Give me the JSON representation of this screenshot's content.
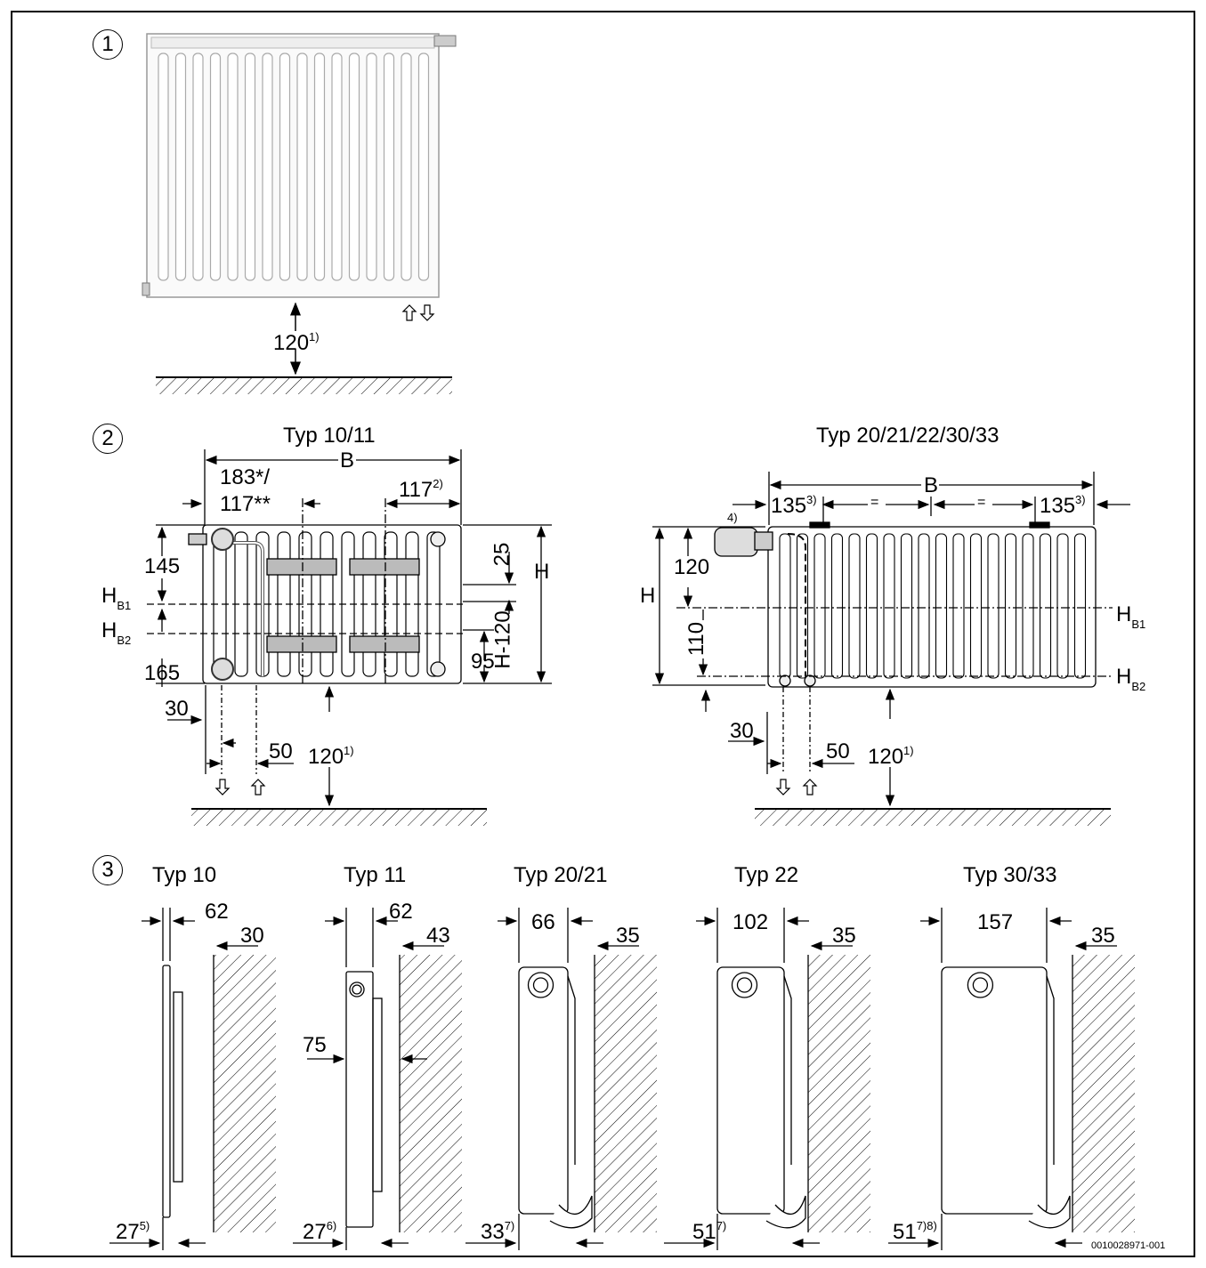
{
  "sections": {
    "s1": {
      "marker": "1"
    },
    "s2": {
      "marker": "2"
    },
    "s3": {
      "marker": "3"
    }
  },
  "section1": {
    "floor_distance": "120",
    "floor_distance_note": "1)"
  },
  "section2": {
    "left": {
      "title": "Typ 10/11",
      "width_label": "B",
      "dim_183": "183*/",
      "dim_117s": "117**",
      "dim_117": "117",
      "dim_117_note": "2)",
      "dim_145": "145",
      "dim_165": "165",
      "dim_25": "25",
      "dim_95": "95",
      "height_label": "H",
      "h_minus": "H-120",
      "hb1": "H",
      "hb1_sub": "B1",
      "hb2": "H",
      "hb2_sub": "B2",
      "dim_30": "30",
      "dim_50": "50",
      "floor": "120",
      "floor_note": "1)"
    },
    "right": {
      "title": "Typ 20/21/22/30/33",
      "width_label": "B",
      "dim_135_l": "135",
      "dim_135_l_note": "3)",
      "dim_135_r": "135",
      "dim_135_r_note": "3)",
      "eq1": "=",
      "eq2": "=",
      "note4": "4)",
      "dim_120": "120",
      "dim_110": "110",
      "height_label": "H",
      "hb1": "H",
      "hb1_sub": "B1",
      "hb2": "H",
      "hb2_sub": "B2",
      "dim_30": "30",
      "dim_50": "50",
      "floor": "120",
      "floor_note": "1)"
    }
  },
  "section3": {
    "types": [
      {
        "title": "Typ 10",
        "top": "62",
        "wall": "30",
        "bottom": "27",
        "bottom_note": "5)"
      },
      {
        "title": "Typ 11",
        "top": "62",
        "wall": "43",
        "mid": "75",
        "bottom": "27",
        "bottom_note": "6)"
      },
      {
        "title": "Typ 20/21",
        "top": "66",
        "wall": "35",
        "bottom": "33",
        "bottom_note": "7)"
      },
      {
        "title": "Typ 22",
        "top": "102",
        "wall": "35",
        "bottom": "51",
        "bottom_note": "7)"
      },
      {
        "title": "Typ 30/33",
        "top": "157",
        "wall": "35",
        "bottom": "51",
        "bottom_note": "7)8)"
      }
    ]
  },
  "figure_code": "0010028971-001"
}
